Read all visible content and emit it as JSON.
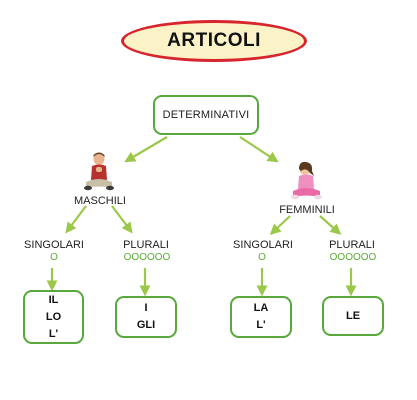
{
  "title": "ARTICOLI",
  "root": "DETERMINATIVI",
  "branches": [
    {
      "name": "MASCHILI",
      "groups": [
        {
          "name": "SINGOLARI",
          "marker": "O",
          "articles": [
            "IL",
            "LO",
            "L'"
          ]
        },
        {
          "name": "PLURALI",
          "marker": "OOOOOO",
          "articles": [
            "I",
            "GLI"
          ]
        }
      ]
    },
    {
      "name": "FEMMINILI",
      "groups": [
        {
          "name": "SINGOLARI",
          "marker": "O",
          "articles": [
            "LA",
            "L'"
          ]
        },
        {
          "name": "PLURALI",
          "marker": "OOOOOO",
          "articles": [
            "LE"
          ]
        }
      ]
    }
  ],
  "colors": {
    "title_border": "#d8242c",
    "title_fill": "#fbf3c7",
    "box_border": "#56a93a",
    "arrow": "#9bc84a",
    "dots": "#5aaa32"
  },
  "icons": [
    "boy-sitting-icon",
    "girl-sitting-icon"
  ]
}
